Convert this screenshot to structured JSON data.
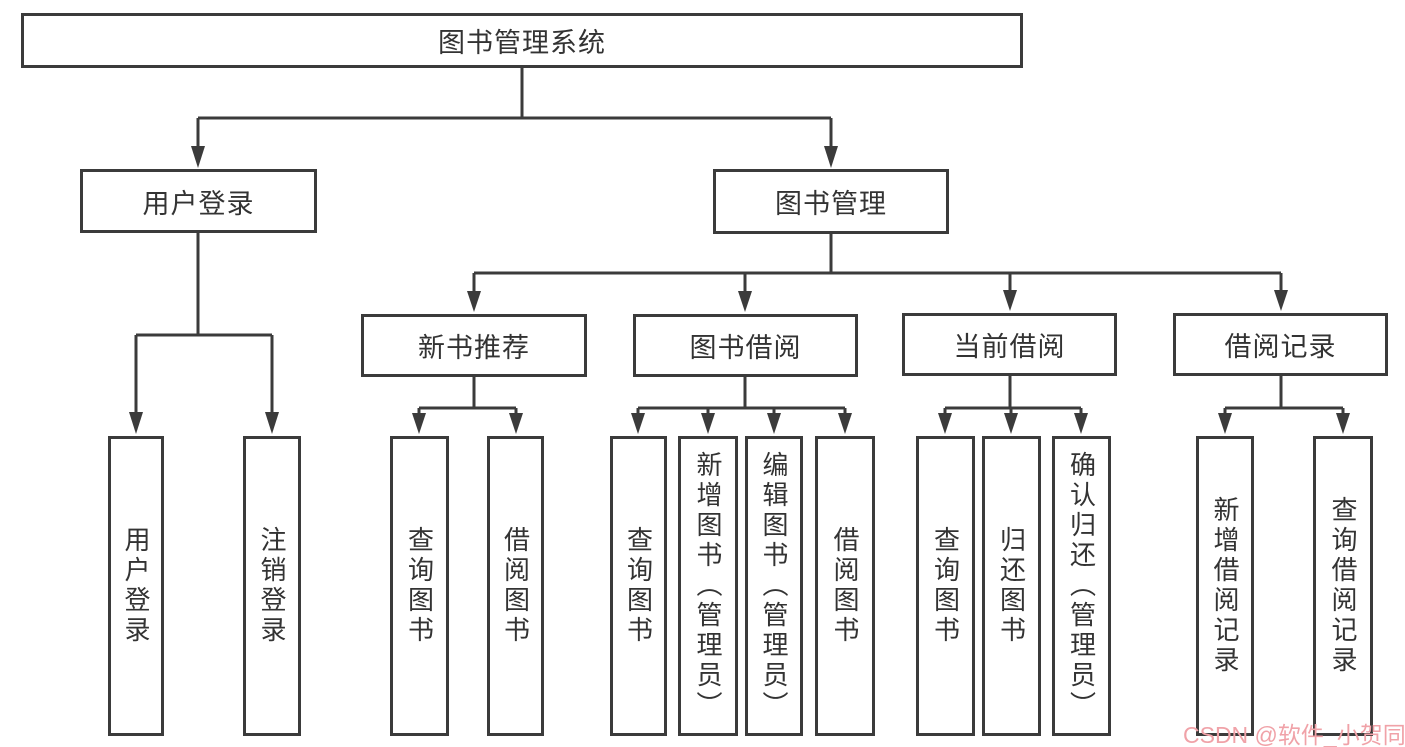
{
  "diagram": {
    "title": "图书管理系统",
    "branches": [
      {
        "label": "用户登录",
        "children": [
          "用户登录",
          "注销登录"
        ]
      },
      {
        "label": "图书管理",
        "children": [
          {
            "label": "新书推荐",
            "children": [
              "查询图书",
              "借阅图书"
            ]
          },
          {
            "label": "图书借阅",
            "children": [
              "查询图书",
              "新增图书（管理员）",
              "编辑图书（管理员）",
              "借阅图书"
            ]
          },
          {
            "label": "当前借阅",
            "children": [
              "查询图书",
              "归还图书",
              "确认归还（管理员）"
            ]
          },
          {
            "label": "借阅记录",
            "children": [
              "新增借阅记录",
              "查询借阅记录"
            ]
          }
        ]
      }
    ]
  },
  "watermark": {
    "text": "CSDN @软件_小贺同学"
  },
  "colors": {
    "line": "#3b3b3b",
    "text": "#333333",
    "watermark": "#f0a2a8",
    "background": "#ffffff"
  }
}
